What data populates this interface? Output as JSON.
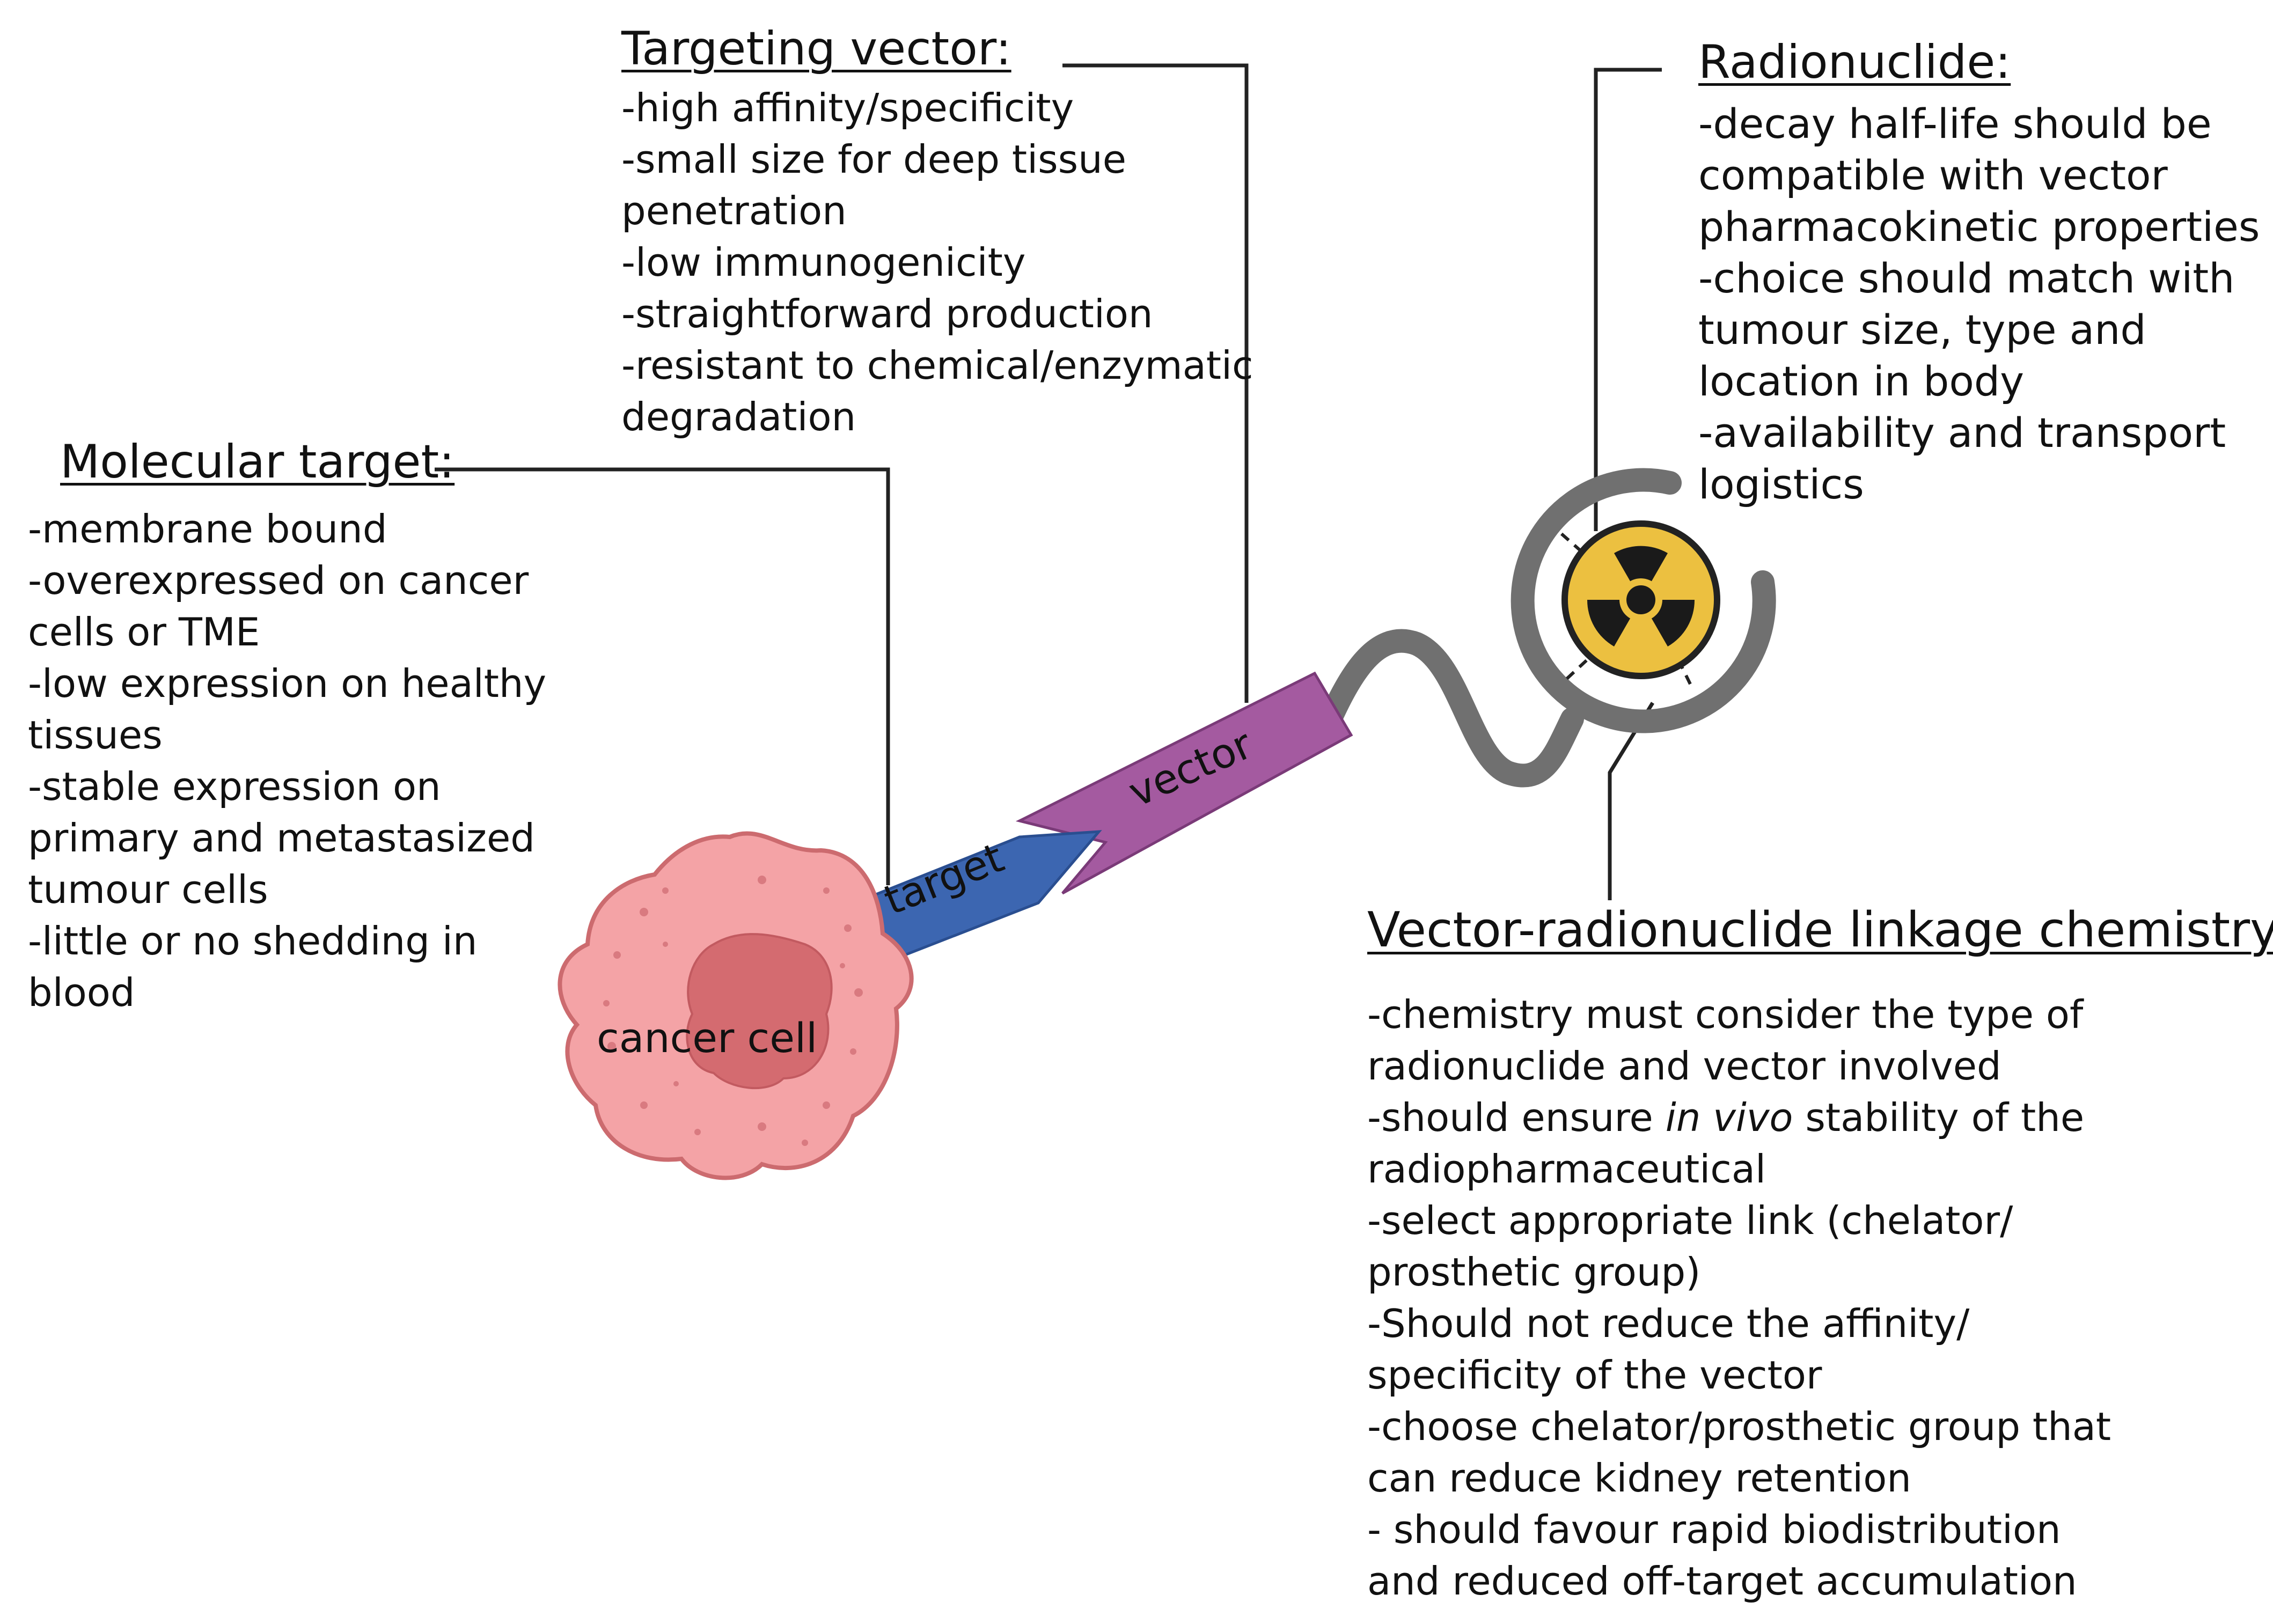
{
  "figure": {
    "molecular_target": {
      "heading": "Molecular target:",
      "lines": [
        "-membrane bound",
        "-overexpressed on cancer",
        "cells or TME",
        "-low expression on healthy",
        "tissues",
        "-stable expression on",
        "primary and metastasized",
        "tumour cells",
        "-little or no shedding in",
        "blood"
      ]
    },
    "targeting_vector": {
      "heading": "Targeting vector:",
      "lines": [
        "-high affinity/specificity",
        "-small size for deep tissue",
        "penetration",
        "-low immunogenicity",
        "-straightforward production",
        "-resistant to chemical/enzymatic",
        "degradation"
      ]
    },
    "radionuclide": {
      "heading": "Radionuclide:",
      "lines": [
        "-decay half-life should be",
        "compatible with vector",
        "pharmacokinetic properties",
        "-choice should match with",
        "tumour size, type and",
        "location in body",
        "-availability and transport",
        "logistics"
      ]
    },
    "linkage": {
      "heading": "Vector-radionuclide linkage chemistry:",
      "lines": [
        "-chemistry must consider the type of",
        "radionuclide and vector involved",
        "-should ensure ",
        "in vivo",
        " stability of the",
        "radiopharmaceutical",
        "-select appropriate link (chelator/",
        "prosthetic group)",
        "-Should not reduce the affinity/",
        "specificity of the vector",
        "-choose chelator/prosthetic group that",
        "can reduce kidney retention",
        "- should favour rapid biodistribution",
        "and reduced off-target accumulation"
      ]
    },
    "labels": {
      "cancer_cell": "cancer cell",
      "target": "target",
      "vector": "vector"
    },
    "colors": {
      "cell_fill": "#f4a3a6",
      "cell_outline": "#cc6b6f",
      "nucleus": "#d46b70",
      "target": "#3c66b1",
      "vector": "#a45aa0",
      "linker": "#707070",
      "radiation_yellow": "#ecc040"
    },
    "icons": [
      "radiation-trefoil-icon"
    ]
  }
}
